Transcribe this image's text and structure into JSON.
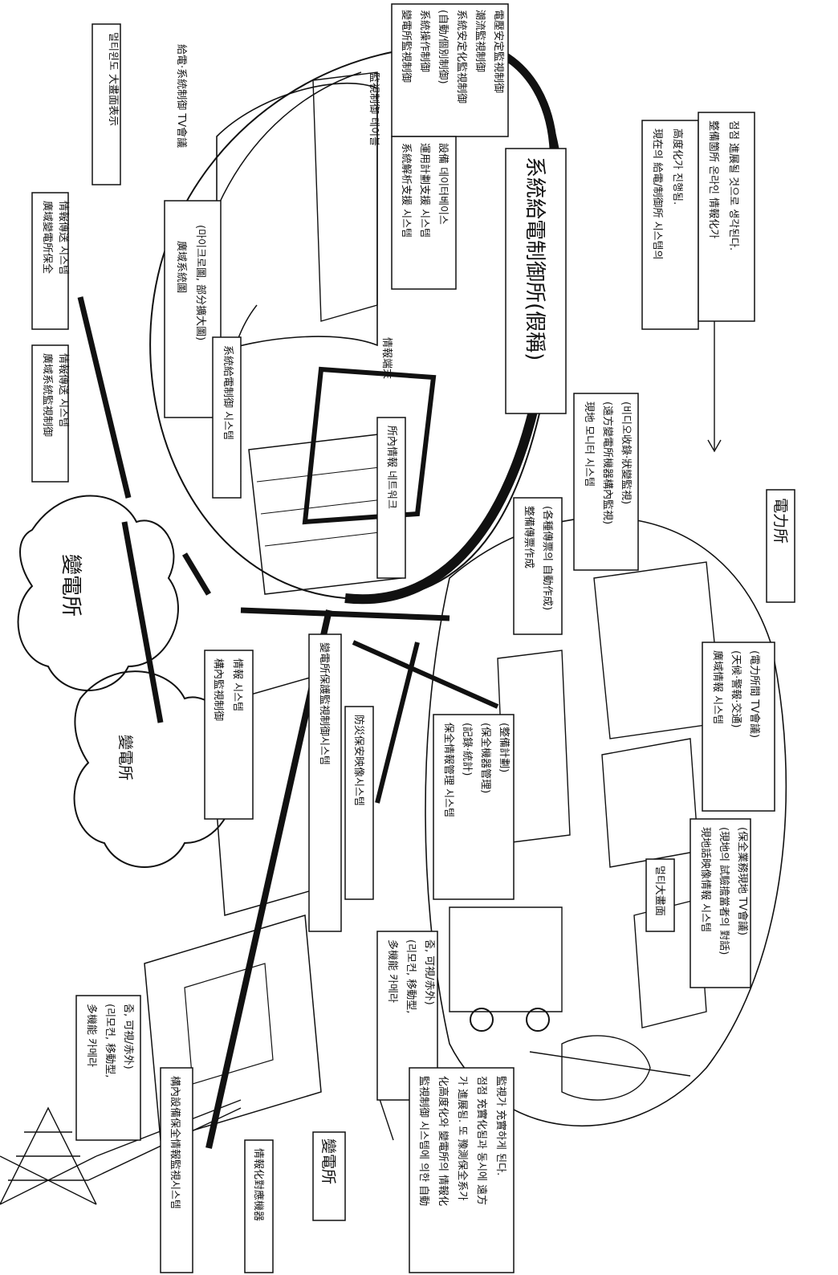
{
  "labels": {
    "multi_window": "멀티윈도 大畫面表示",
    "feeder_tv": "給電·系統制御 TV會議",
    "wide_trans_sys": "廣域系統圖",
    "wide_trans_sub": "(마이크로圖, 部分擴大圖)",
    "monitor_table": "監視制御 테이블",
    "ctrl_list_1": "變電所監視制御",
    "ctrl_list_2": "系統操作制御",
    "ctrl_list_3": "(自動/個別制御)",
    "ctrl_list_4": "系統安定化監視制御",
    "ctrl_list_5": "潮流監視制御",
    "ctrl_list_6": "電壓安定監視制御",
    "support_1": "系統解析支援 시스템",
    "support_2": "運用計劃支援 시스템",
    "support_3": "設備 데이터베이스",
    "center_title": "系統給電制御所(假稱)",
    "info_terminal": "情報端末",
    "wide_sub_guard_1": "廣域變電所保全",
    "wide_sub_guard_2": "情報傳送 시스템",
    "wide_sys_mon_1": "廣域系統監視制御",
    "wide_sys_mon_2": "情報傳送 시스템",
    "feeder_ctrl_system": "系統給電制御 시스템",
    "intra_network": "所內情報 네트워크",
    "current_feed_1": "現在의 給電/制御所 시스템의",
    "current_feed_2": "高度化가 진행됨.",
    "future_1": "整備箇所 온라인 情報化가",
    "future_2": "점점 進展될 것으로 생각된다.",
    "substation_a": "變電所",
    "substation_b": "變電所",
    "substation_c": "變電所",
    "power_office": "電力所",
    "premise_mon_1": "構內監視制御",
    "premise_mon_2": "情報 시스템",
    "protect_mon": "變電所保護監視制御시스템",
    "disaster_video": "防災保安映像시스템",
    "maint_report_1": "整備傳票作成",
    "maint_report_2": "(各種傳票의 自動作成)",
    "remote_mon_1": "現地 모니터 시스템",
    "remote_mon_2": "(遠方變電所機器構內監視)",
    "remote_mon_3": "(비디오收錄·狀變監視)",
    "maint_info_1": "保全情報管理 시스템",
    "maint_info_2": "(記錄·統計)",
    "maint_info_3": "(保全機器管理)",
    "maint_info_4": "(整備計劃)",
    "env_info_1": "廣域情報 시스템",
    "env_info_2": "(天候·警報·交通)",
    "env_info_3": "(電力所間 TV會議)",
    "multi_screen": "멀티大畫面",
    "field_video_1": "現地話映像情報 시스템",
    "field_video_2": "(現地의 試驗擔當者의 對話)",
    "field_video_3": "(保全業務現地 TV會議)",
    "camera_left_1": "多機能 카메라",
    "camera_left_2": "(리모컨, 移動型,",
    "camera_left_3": "줌, 可視/赤外)",
    "camera_mid_1": "多機能 카메라",
    "camera_mid_2": "(리모컨, 移動型,",
    "camera_mid_3": "줌, 可視/赤外)",
    "premise_guard": "構內設備保全情報監視시스템",
    "info_devices": "情報化對應機器",
    "auto_note_1": "監視制御 시스템에 의한 自動",
    "auto_note_2": "化高度化와 變電所의 情報化",
    "auto_note_3": "가 進展됨. 또 豫測保全系가",
    "auto_note_4": "점점 充實化됨과 동시에 遠方",
    "auto_note_5": "監視가 充實하게 된다."
  }
}
